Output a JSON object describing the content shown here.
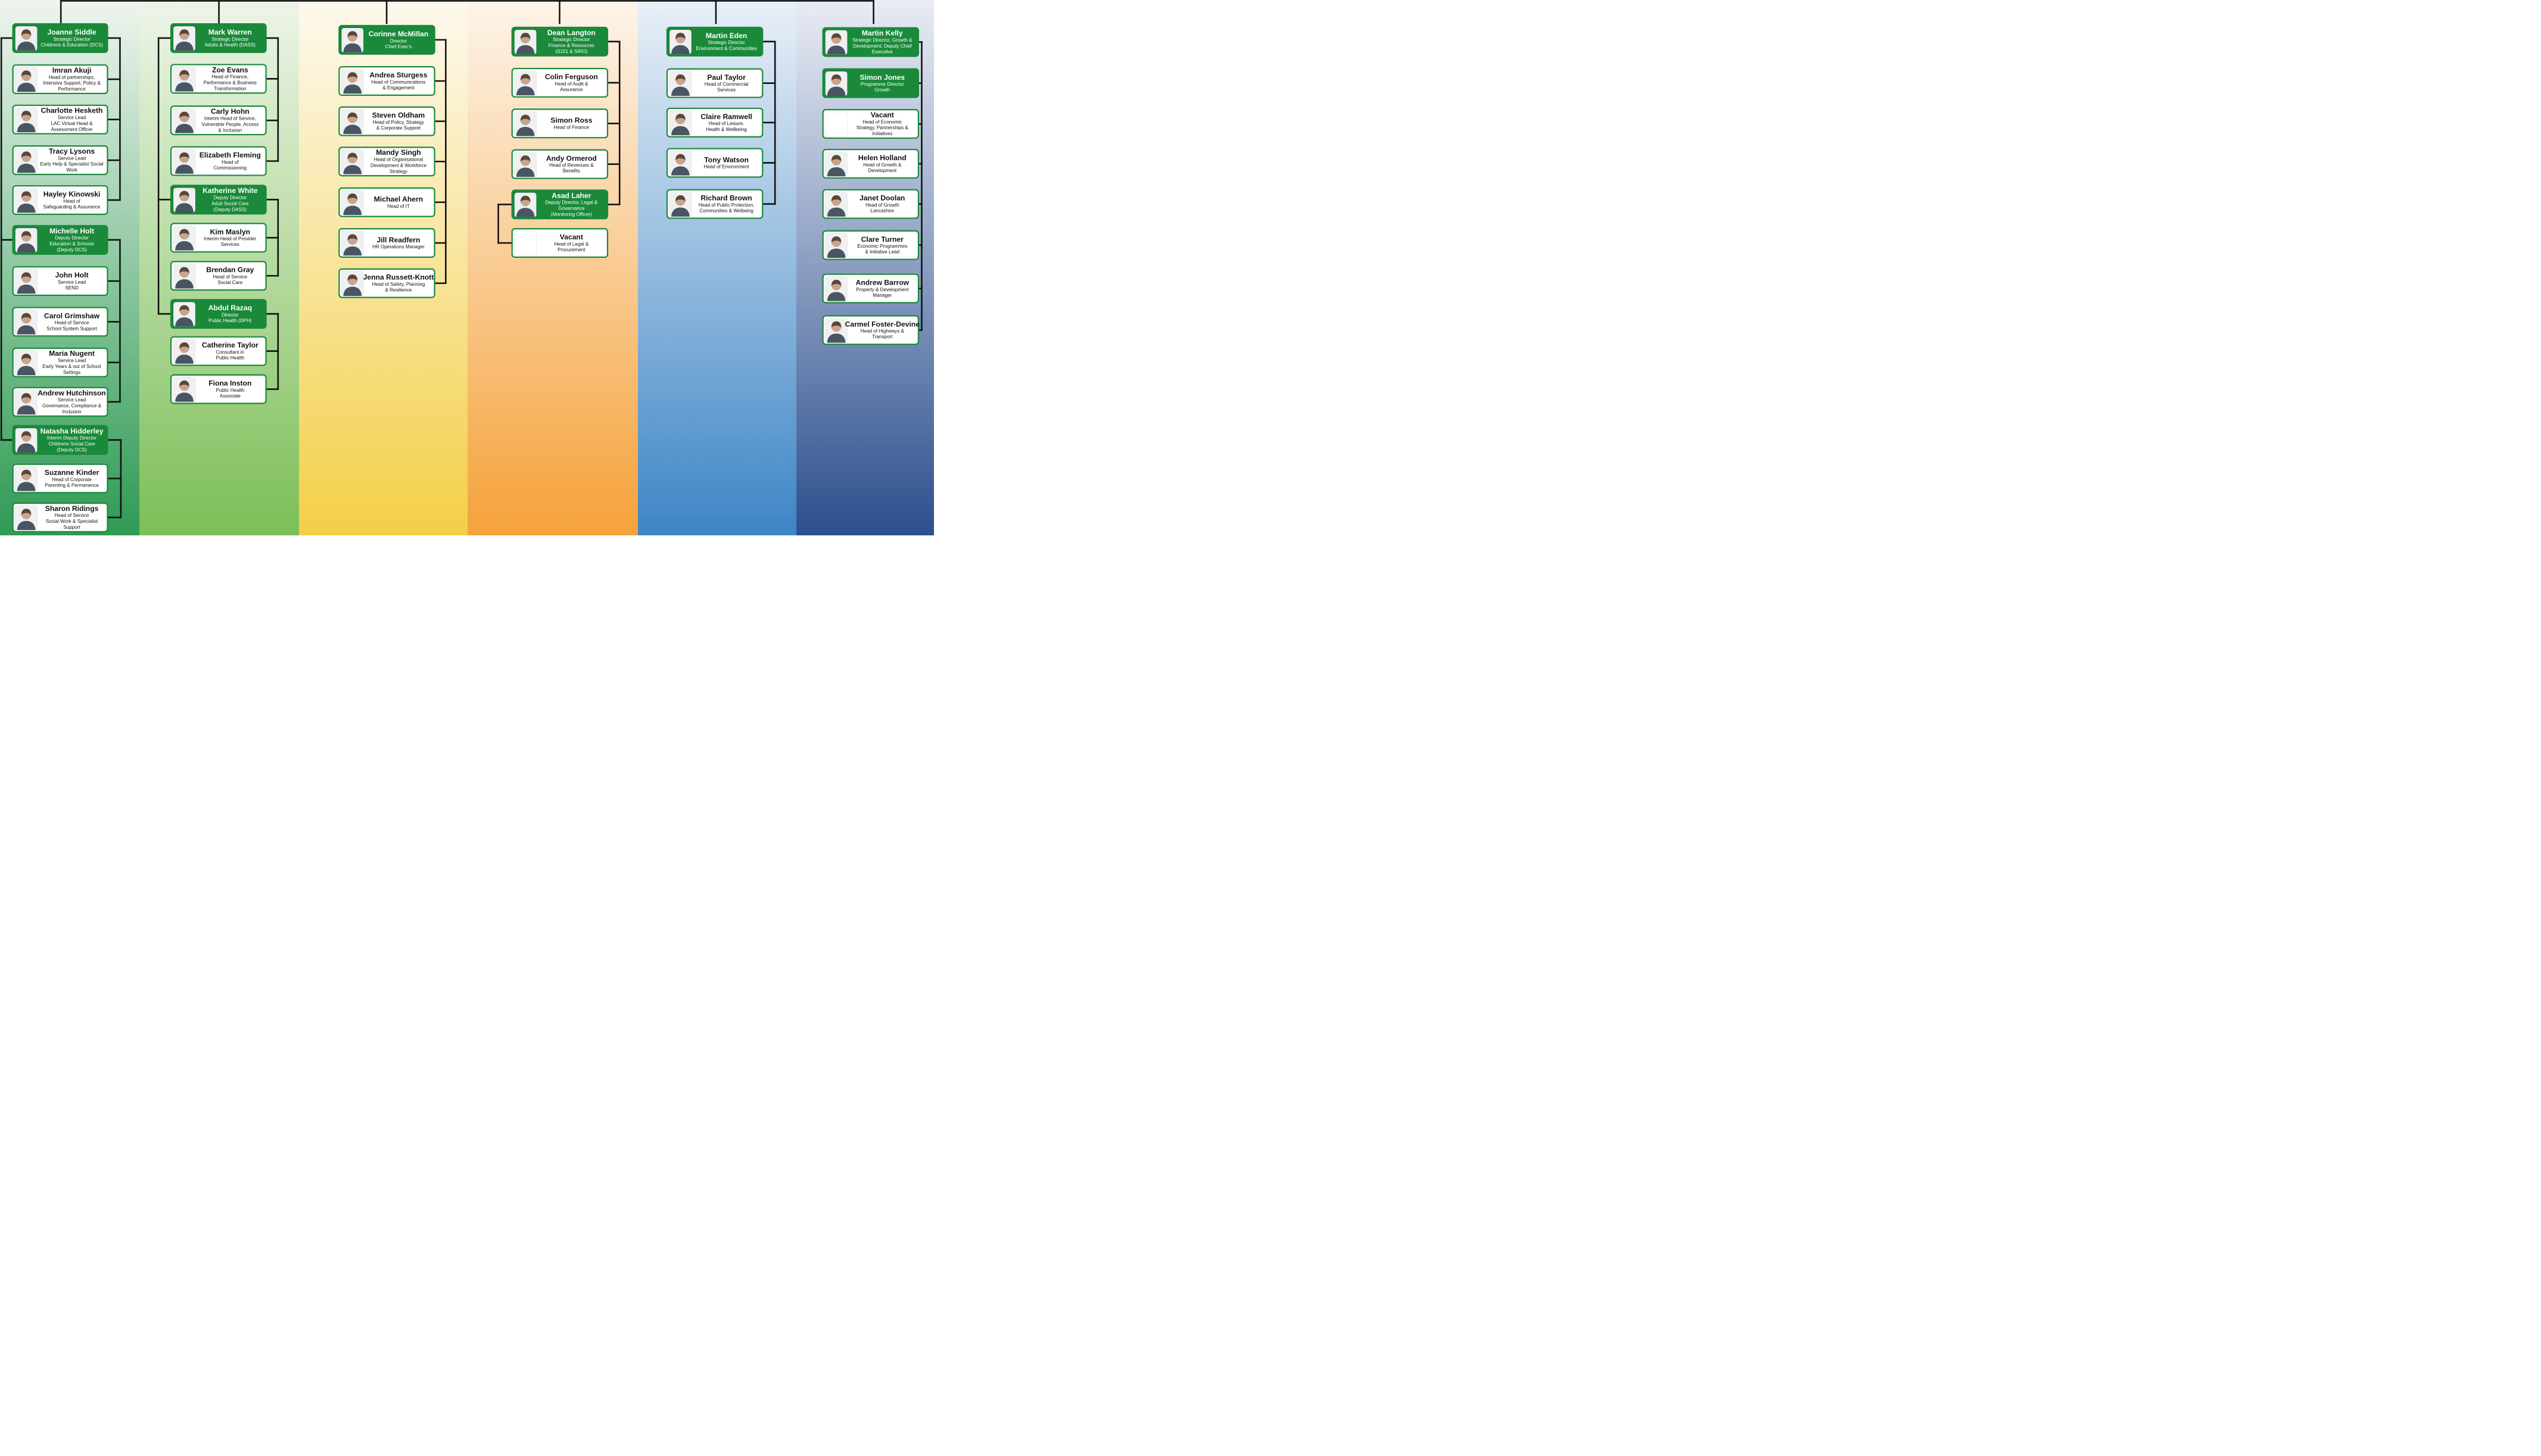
{
  "columns": [
    {
      "background_top": "#eef5ee",
      "background_bottom": "#2f9a54",
      "people": [
        {
          "name": "Joanne Siddle",
          "role": "Strategic Director\nChildrens & Education (DCS)",
          "lead": true,
          "photo": "photo-icon"
        },
        {
          "name": "Imran Akuji",
          "role": "Head of partnerships,\nIntensive Support, Policy &\nPerformance",
          "photo": "photo-icon"
        },
        {
          "name": "Charlotte Hesketh",
          "role": "Service Lead\nLAC Virtual Head &\nAssessment Officer",
          "photo": "photo-icon"
        },
        {
          "name": "Tracy Lysons",
          "role": "Service Lead\nEarly Help & Specialist Social\nWork",
          "photo": "photo-icon"
        },
        {
          "name": "Hayley Kinowski",
          "role": "Head of\nSafeguarding & Assurance",
          "photo": "photo-icon"
        },
        {
          "name": "Michelle Holt",
          "role": "Deputy Director\nEducation & Schools\n(Deputy DCS)",
          "lead": true,
          "photo": "photo-icon"
        },
        {
          "name": "John Holt",
          "role": "Service Lead\nSEND",
          "photo": "photo-icon"
        },
        {
          "name": "Carol Grimshaw",
          "role": "Head of Service\nSchool System Support",
          "photo": "photo-icon"
        },
        {
          "name": "Maria Nugent",
          "role": "Service Lead\nEarly Years & out of School\nSettings",
          "photo": "photo-icon"
        },
        {
          "name": "Andrew Hutchinson",
          "role": "Service Lead\nGovernance, Compliance &\nInclusion",
          "photo": "photo-icon"
        },
        {
          "name": "Natasha Hidderley",
          "role": "Interim Deputy Director\nChildrens Social Care\n(Deputy DCS)",
          "lead": true,
          "photo": "photo-icon"
        },
        {
          "name": "Suzanne Kinder",
          "role": "Head of Corporate\nParenting & Permanence",
          "photo": "photo-icon"
        },
        {
          "name": "Sharon Ridings",
          "role": "Head of Service\nSocial Work & Specialist\nSupport",
          "photo": "photo-icon"
        }
      ]
    },
    {
      "background_top": "#eef5e8",
      "background_bottom": "#7cbf57",
      "people": [
        {
          "name": "Mark Warren",
          "role": "Strategic Director\nAdults & Health (DASS)",
          "lead": true,
          "photo": "photo-icon"
        },
        {
          "name": "Zoe Evans",
          "role": "Head of Finance,\nPerformance & Business\nTransformation",
          "photo": "photo-icon"
        },
        {
          "name": "Carly Hohn",
          "role": "Interim Head of Service,\nVulnerable People, Access\n& Inclusion",
          "photo": "photo-icon"
        },
        {
          "name": "Elizabeth Fleming",
          "role": "Head of\nCommissioning",
          "photo": "photo-icon"
        },
        {
          "name": "Katherine White",
          "role": "Deputy Director\nAdult Social Care\n(Deputy DASS)",
          "lead": true,
          "photo": "photo-icon"
        },
        {
          "name": "Kim Maslyn",
          "role": "Interim Head of Provider\nServices",
          "photo": "photo-icon"
        },
        {
          "name": "Brendan Gray",
          "role": "Head of Service\nSocial Care",
          "photo": "photo-icon"
        },
        {
          "name": "Abdul Razaq",
          "role": "Director\nPublic Health (DPH)",
          "lead": true,
          "photo": "photo-icon"
        },
        {
          "name": "Catherine Taylor",
          "role": "Consultant in\nPublic Health",
          "photo": "photo-icon"
        },
        {
          "name": "Fiona Inston",
          "role": "Public Health\nAssociate",
          "photo": "photo-icon"
        }
      ]
    },
    {
      "background_top": "#fdf9ee",
      "background_bottom": "#f3cf47",
      "people": [
        {
          "name": "Corinne McMillan",
          "role": "Director\nChief Exec's",
          "lead": true,
          "photo": "photo-icon"
        },
        {
          "name": "Andrea Sturgess",
          "role": "Head of Communications\n& Engagement",
          "photo": "photo-icon"
        },
        {
          "name": "Steven Oldham",
          "role": "Head of Policy, Strategy\n& Corporate Support",
          "photo": "photo-icon"
        },
        {
          "name": "Mandy Singh",
          "role": "Head of Organisational\nDevelopment & Workforce\nStrategy",
          "photo": "photo-icon"
        },
        {
          "name": "Michael Ahern",
          "role": "Head of  IT",
          "photo": "photo-icon"
        },
        {
          "name": "Jill Readfern",
          "role": "HR Operations Manager",
          "photo": "photo-icon"
        },
        {
          "name": "Jenna Russett-Knott",
          "role": "Head of Safety, Planning\n& Resilience",
          "photo": "photo-icon"
        }
      ]
    },
    {
      "background_top": "#fdf4ea",
      "background_bottom": "#f5a23a",
      "people": [
        {
          "name": "Dean Langton",
          "role": "Strategic Director\nFinance & Resources\n(S151 & SIRO)",
          "lead": true,
          "photo": "photo-icon"
        },
        {
          "name": "Colin Ferguson",
          "role": "Head of Audit &\nAssurance",
          "photo": "photo-icon"
        },
        {
          "name": "Simon Ross",
          "role": "Head of Finance",
          "photo": "photo-icon"
        },
        {
          "name": "Andy Ormerod",
          "role": "Head of Revenues &\nBenefits",
          "photo": "photo-icon"
        },
        {
          "name": "Asad Laher",
          "role": "Deputy Director, Legal &\nGovernance\n(Monitoring Officer)",
          "lead": true,
          "photo": "photo-icon"
        },
        {
          "name": "Vacant",
          "role": "Head of Legal &\nProcurement",
          "photo": "vacant-photo-placeholder"
        }
      ]
    },
    {
      "background_top": "#e9f0f8",
      "background_bottom": "#3d85c6",
      "people": [
        {
          "name": "Martin Eden",
          "role": "Strategic Director\nEnvironment & Communities",
          "lead": true,
          "photo": "photo-icon"
        },
        {
          "name": "Paul Taylor",
          "role": "Head of  Commercial\nServices",
          "photo": "photo-icon"
        },
        {
          "name": "Claire Ramwell",
          "role": "Head of  Leisure,\nHealth & Wellbeing",
          "photo": "photo-icon"
        },
        {
          "name": "Tony Watson",
          "role": "Head of Environment",
          "photo": "photo-icon"
        },
        {
          "name": "Richard Brown",
          "role": "Head of Public Protection,\nCommunities & Welbeing",
          "photo": "photo-icon"
        }
      ]
    },
    {
      "background_top": "#e9ecf4",
      "background_bottom": "#2d4f8e",
      "people": [
        {
          "name": "Martin Kelly",
          "role": "Strategic Director, Growth &\nDevelopment; Deputy Chief\nExecutive",
          "lead": true,
          "photo": "photo-icon"
        },
        {
          "name": "Simon Jones",
          "role": "Programme Director\nGrowth",
          "lead": true,
          "photo": "photo-icon"
        },
        {
          "name": "Vacant",
          "role": "Head of Economic\nStrategy, Partnerships &\nInitiatives",
          "photo": "vacant-photo-placeholder"
        },
        {
          "name": "Helen Holland",
          "role": "Head of Growth &\nDevelopment",
          "photo": "photo-icon"
        },
        {
          "name": "Janet Doolan",
          "role": "Head of Growth\nLancashire",
          "photo": "photo-icon"
        },
        {
          "name": "Clare Turner",
          "role": "Economic Programmes\n& Initiative Lead",
          "photo": "photo-icon"
        },
        {
          "name": "Andrew Barrow",
          "role": "Property & Development\nManager",
          "photo": "photo-icon"
        },
        {
          "name": "Carmel Foster-Devine",
          "role": "Head of Highways &\nTransport",
          "photo": "photo-icon"
        }
      ]
    }
  ],
  "colors": {
    "card_border": "#1a8a3a",
    "lead_fill": "#1a8a3a",
    "connector": "#111111"
  }
}
